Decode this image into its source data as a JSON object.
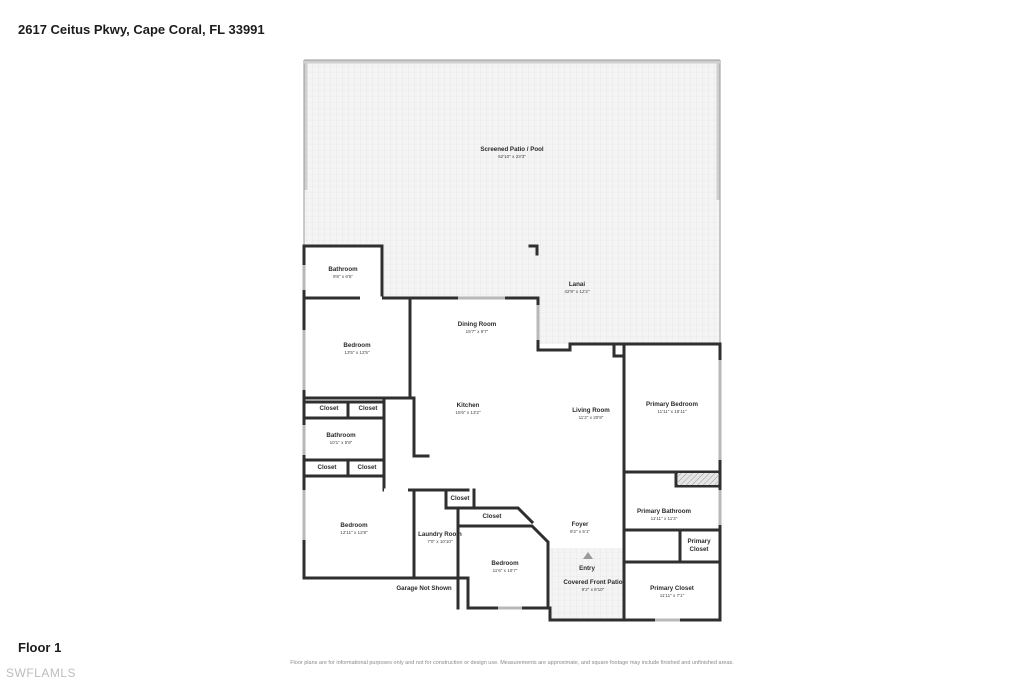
{
  "header": {
    "address": "2617 Ceitus Pkwy, Cape Coral, FL 33991"
  },
  "footer": {
    "floor": "Floor 1",
    "disclaimer": "Floor plans are for informational purposes only and not for construction or design use. Measurements are approximate, and square footage may include finished and unfinished areas.",
    "watermark": "SWFLAMLS"
  },
  "plan": {
    "rooms": {
      "patio_pool": {
        "name": "Screened Patio / Pool",
        "dim": "52'10\" x 23'3\""
      },
      "lanai": {
        "name": "Lanai",
        "dim": "42'9\" x 12'2\""
      },
      "bathroom_1": {
        "name": "Bathroom",
        "dim": "9'8\" x 6'5\""
      },
      "bedroom_1": {
        "name": "Bedroom",
        "dim": "13'5\" x 12'5\""
      },
      "dining": {
        "name": "Dining Room",
        "dim": "15'7\" x 6'7\""
      },
      "kitchen": {
        "name": "Kitchen",
        "dim": "15'6\" x 13'2\""
      },
      "living": {
        "name": "Living Room",
        "dim": "11'2\" x 20'9\""
      },
      "primary_bedroom": {
        "name": "Primary Bedroom",
        "dim": "11'11\" x 15'11\""
      },
      "closet_a": {
        "name": "Closet"
      },
      "closet_b": {
        "name": "Closet"
      },
      "bathroom_2": {
        "name": "Bathroom",
        "dim": "10'1\" x 5'9\""
      },
      "closet_c": {
        "name": "Closet"
      },
      "closet_d": {
        "name": "Closet"
      },
      "bedroom_2": {
        "name": "Bedroom",
        "dim": "12'11\" x 12'8\""
      },
      "closet_e": {
        "name": "Closet"
      },
      "closet_f": {
        "name": "Closet"
      },
      "laundry": {
        "name": "Laundry Room",
        "dim": "7'0\" x 10'10\""
      },
      "bedroom_3": {
        "name": "Bedroom",
        "dim": "11'6\" x 10'7\""
      },
      "foyer": {
        "name": "Foyer",
        "dim": "9'2\" x 5'1\""
      },
      "entry": {
        "name": "Entry"
      },
      "covered_patio": {
        "name": "Covered Front Patio",
        "dim": "9'2\" x 8'10\""
      },
      "primary_bathroom": {
        "name": "Primary Bathroom",
        "dim": "11'11\" x 11'3\""
      },
      "primary_closet_small_1": "Primary",
      "primary_closet_small_2": "Closet",
      "primary_closet": {
        "name": "Primary Closet",
        "dim": "11'11\" x 7'1\""
      }
    },
    "garage_note": "Garage Not Shown"
  }
}
